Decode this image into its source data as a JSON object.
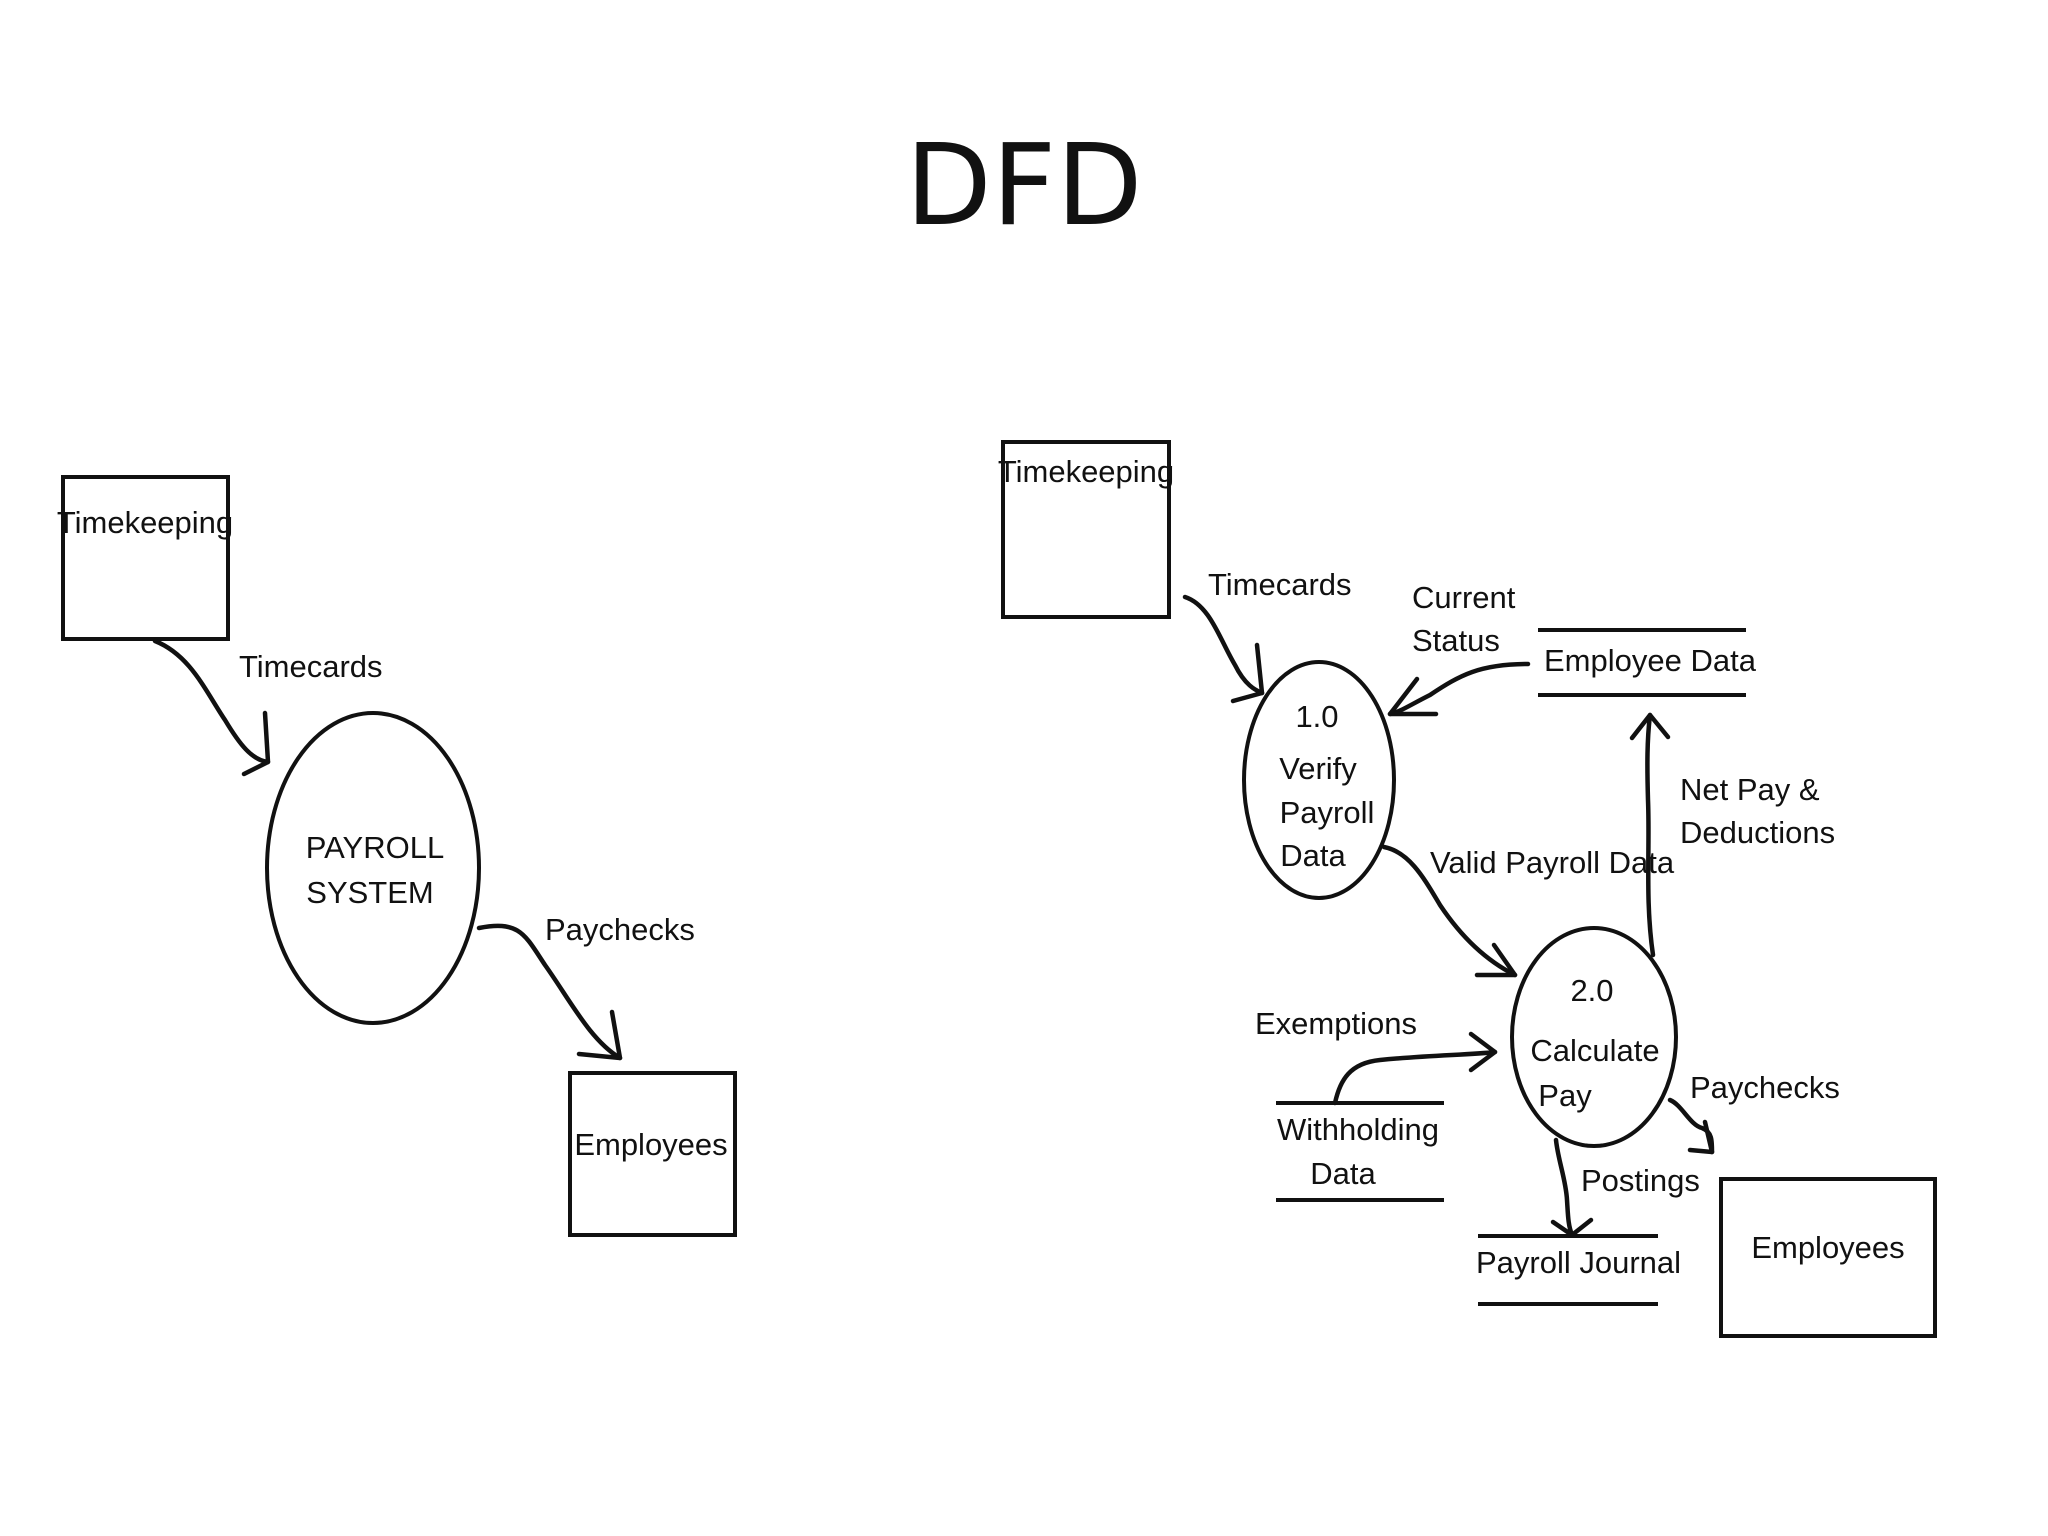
{
  "title": "DFD",
  "context_diagram": {
    "entity_source": "Timekeeping",
    "flow_in": "Timecards",
    "process_line1": "PAYROLL",
    "process_line2": "SYSTEM",
    "flow_out": "Paychecks",
    "entity_sink": "Employees"
  },
  "level1_diagram": {
    "entity_source": "Timekeeping",
    "flow_timecards": "Timecards",
    "flow_current_status_line1": "Current",
    "flow_current_status_line2": "Status",
    "store_employee_data": "Employee Data",
    "process1_number": "1.0",
    "process1_line1": "Verify",
    "process1_line2": "Payroll",
    "process1_line3": "Data",
    "flow_valid_payroll_data": "Valid Payroll Data",
    "flow_net_pay_line1": "Net Pay &",
    "flow_net_pay_line2": "Deductions",
    "process2_number": "2.0",
    "process2_line1": "Calculate",
    "process2_line2": "Pay",
    "flow_exemptions": "Exemptions",
    "store_withholding_line1": "Withholding",
    "store_withholding_line2": "Data",
    "flow_paychecks": "Paychecks",
    "flow_postings": "Postings",
    "store_payroll_journal": "Payroll Journal",
    "entity_sink": "Employees"
  }
}
